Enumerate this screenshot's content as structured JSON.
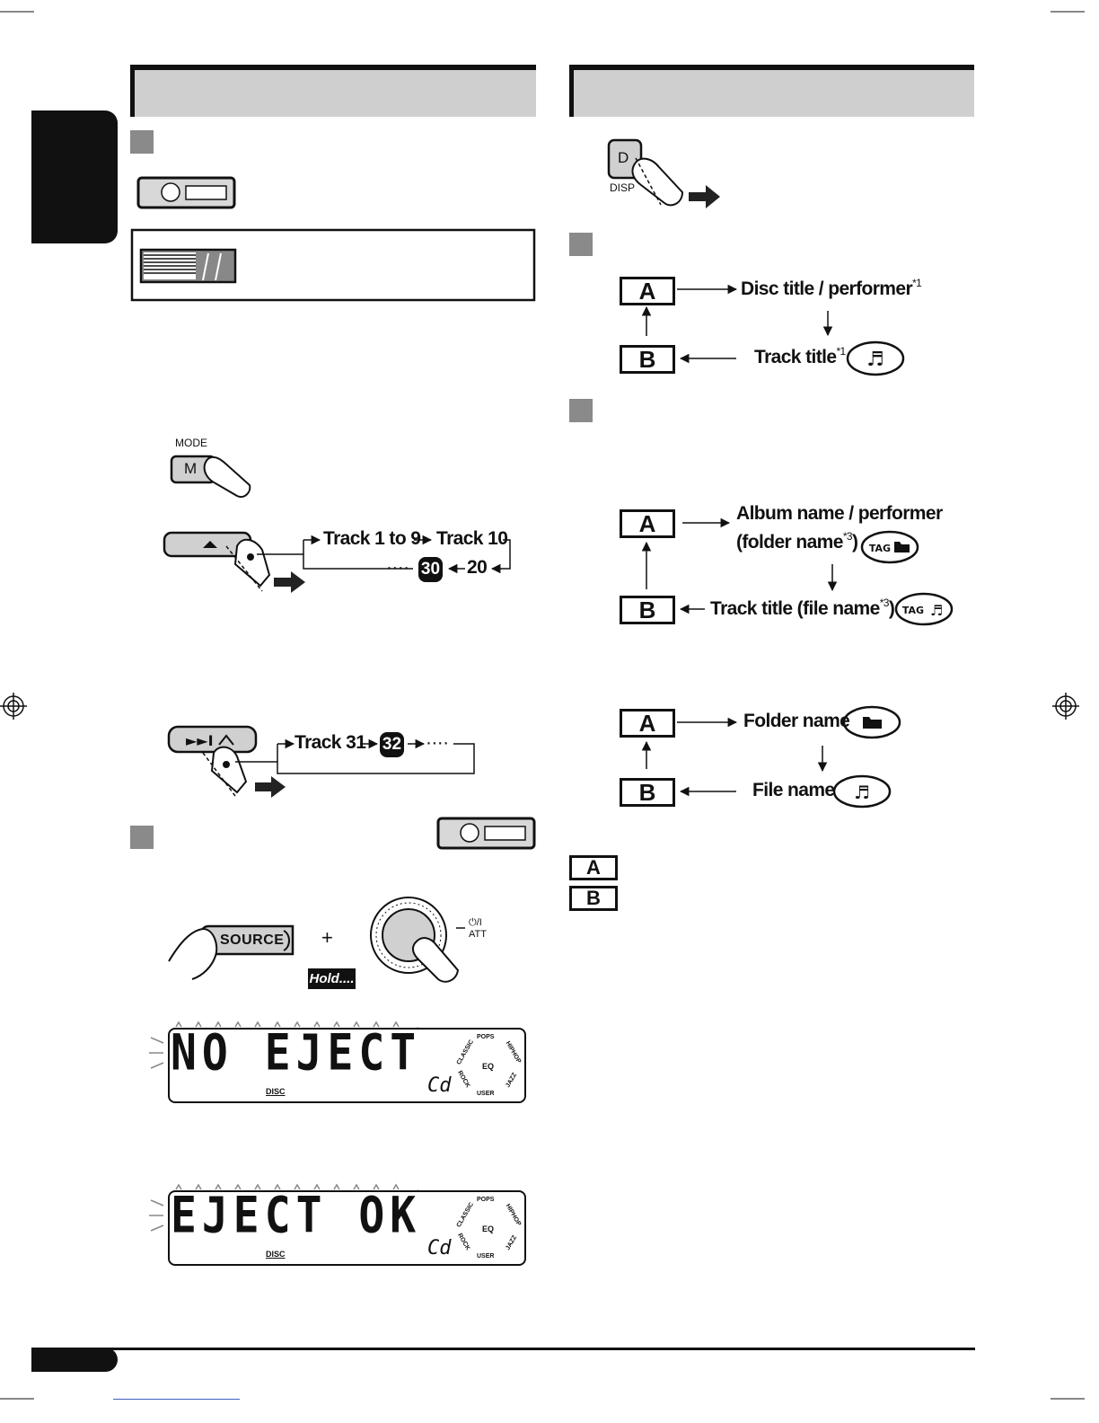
{
  "left_column": {
    "mode_label": "MODE",
    "mode_button": "M",
    "track_sequence_1": {
      "start": "Track 1 to 9",
      "next": "Track 10",
      "n20": "20",
      "n30": "30",
      "dots": "····"
    },
    "track_sequence_2": {
      "start": "Track 31",
      "n32": "32",
      "dots": "····"
    },
    "source_button": "SOURCE",
    "plus": "+",
    "hold_label": "Hold....",
    "power_label": "⏻/I",
    "att_label": "ATT",
    "lcd_1": {
      "text": "NO EJECT",
      "cd": "Cd",
      "disc": "DISC",
      "eq": "EQ",
      "modes": [
        "POPS",
        "HIPHOP",
        "CLASSIC",
        "ROCK",
        "USER",
        "JAZZ"
      ]
    },
    "lcd_2": {
      "text": "EJECT OK",
      "cd": "Cd",
      "disc": "DISC",
      "eq": "EQ",
      "modes": [
        "POPS",
        "HIPHOP",
        "CLASSIC",
        "ROCK",
        "USER",
        "JAZZ"
      ]
    }
  },
  "right_column": {
    "disp_button": "D",
    "disp_label": "DISP",
    "cd_flow": {
      "a": "A",
      "b": "B",
      "disc_title": "Disc title / performer",
      "disc_title_note": "*1",
      "track_title": "Track title",
      "track_title_note": "*1"
    },
    "mp3_flow_tag": {
      "a": "A",
      "b": "B",
      "album": "Album name / performer",
      "folder": "(folder name",
      "folder_note": "*3",
      "folder_close": ")",
      "track": "Track title (file name",
      "track_note": "*3",
      "track_close": ")",
      "tag": "TAG"
    },
    "mp3_flow_plain": {
      "a": "A",
      "b": "B",
      "folder": "Folder name",
      "file": "File name"
    },
    "legend": {
      "a": "A",
      "b": "B"
    }
  }
}
